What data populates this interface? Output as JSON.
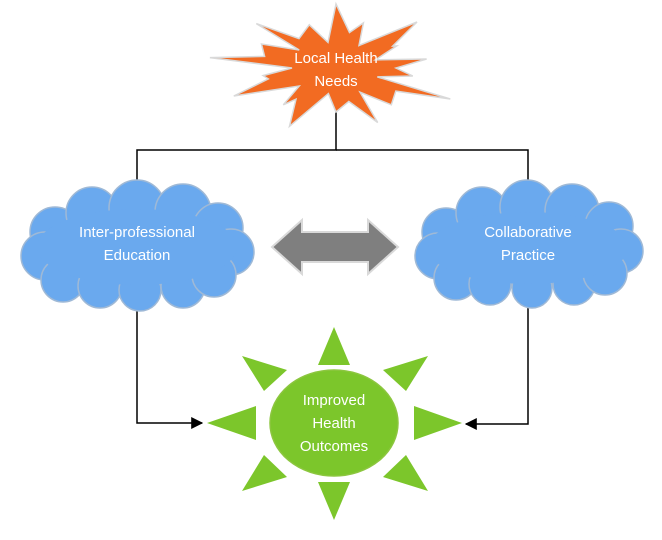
{
  "nodes": {
    "needs": {
      "lines": [
        "Local Health",
        "Needs"
      ],
      "fill": "#f26b22",
      "stroke": "#d9d9d9",
      "text_color": "#ffffff"
    },
    "ipe": {
      "lines": [
        "Inter-professional",
        "Education"
      ],
      "fill": "#6aa9ee",
      "stroke": "#9fb9d6",
      "text_color": "#ffffff"
    },
    "cp": {
      "lines": [
        "Collaborative",
        "Practice"
      ],
      "fill": "#6aa9ee",
      "stroke": "#9fb9d6",
      "text_color": "#ffffff"
    },
    "outcomes": {
      "lines": [
        "Improved",
        "Health",
        "Outcomes"
      ],
      "fill": "#7cc62b",
      "stroke": "#8cc63f",
      "text_color": "#ffffff"
    }
  },
  "colors": {
    "connector": "#000000",
    "double_arrow_fill": "#7f7f7f",
    "double_arrow_stroke": "#d9d9d9",
    "sun_rays": "#7cc62b"
  }
}
